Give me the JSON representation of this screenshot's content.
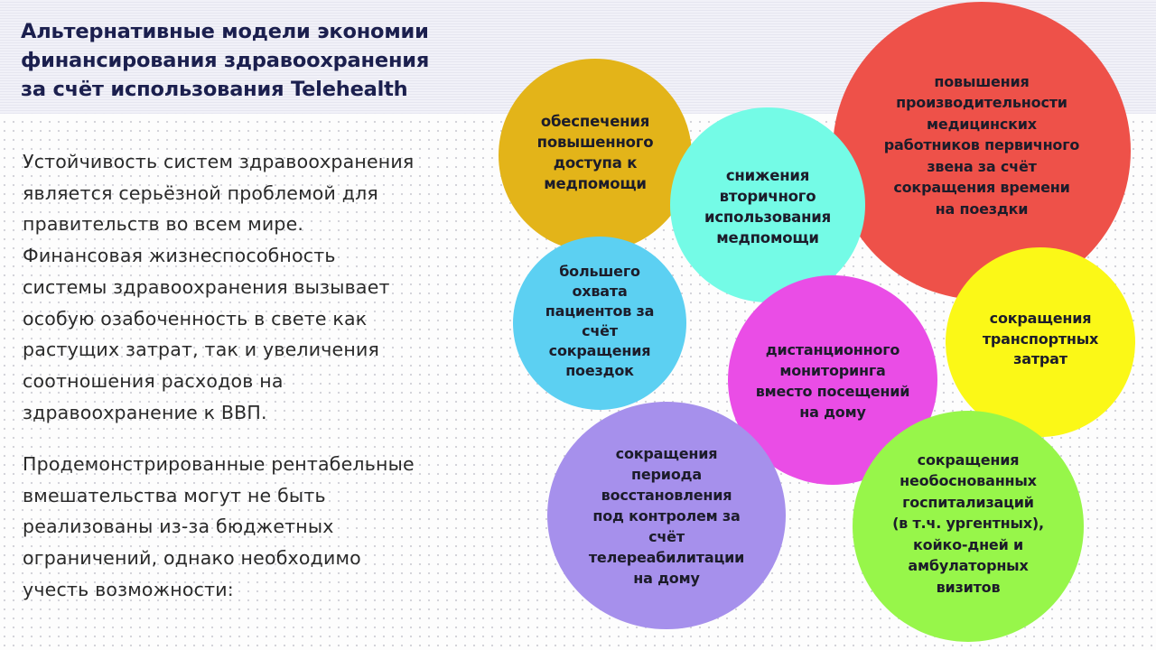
{
  "title": {
    "lines": [
      "Альтернативные модели экономии",
      "финансирования здравоохранения",
      "за счёт использования Telehealth"
    ]
  },
  "body": {
    "paragraph1": [
      "Устойчивость систем здравоохранения",
      "является серьёзной проблемой для",
      "правительств во всем мире.",
      "Финансовая жизнеспособность",
      "системы здравоохранения вызывает",
      "особую озабоченность в свете как",
      "растущих затрат, так и увеличения",
      "соотношения расходов на",
      "здравоохранение к  ВВП."
    ],
    "paragraph2": [
      "Продемонстрированные рентабельные",
      "вмешательства могут не быть",
      "реализованы из-за бюджетных",
      "ограничений, однако необходимо",
      "учесть возможности:"
    ]
  },
  "colors": {
    "title": "#1b1f4e",
    "body_text": "#2a2a2a",
    "header_band": "#ececf4",
    "gold": "#e3b419",
    "cyan": "#74fbe6",
    "red": "#ee5149",
    "blue": "#5cd0f2",
    "magenta": "#ea4de6",
    "yellow": "#fbf817",
    "purple": "#a690ec",
    "green": "#97f64a"
  },
  "circles": [
    {
      "id": "access",
      "color": "gold",
      "lines": [
        "обеспечения",
        "повышенного",
        "доступа к",
        "медпомощи"
      ]
    },
    {
      "id": "secondary-use",
      "color": "cyan",
      "lines": [
        "снижения",
        "вторичного",
        "использования",
        "медпомощи"
      ]
    },
    {
      "id": "productivity",
      "color": "red",
      "lines": [
        "повышения",
        "производительности",
        "медицинских",
        "работников первичного",
        "звена за счёт",
        "сокращения времени",
        "на поездки"
      ]
    },
    {
      "id": "coverage",
      "color": "blue",
      "lines": [
        "большего",
        "охвата",
        "пациентов за",
        "счёт",
        "сокращения",
        "поездок"
      ]
    },
    {
      "id": "remote-monitoring",
      "color": "magenta",
      "lines": [
        "дистанционного",
        "мониторинга",
        "вместо посещений",
        "на дому"
      ]
    },
    {
      "id": "transport-costs",
      "color": "yellow",
      "lines": [
        "сокращения",
        "транспортных",
        "затрат"
      ]
    },
    {
      "id": "recovery",
      "color": "purple",
      "lines": [
        "сокращения",
        "периода",
        "восстановления",
        "под контролем за",
        "счёт",
        "телереабилитации",
        "на дому"
      ]
    },
    {
      "id": "hospitalizations",
      "color": "green",
      "lines": [
        "сокращения",
        "необоснованных",
        "госпитализаций",
        "(в т.ч. ургентных),",
        "койко-дней и",
        "амбулаторных",
        "визитов"
      ]
    }
  ]
}
